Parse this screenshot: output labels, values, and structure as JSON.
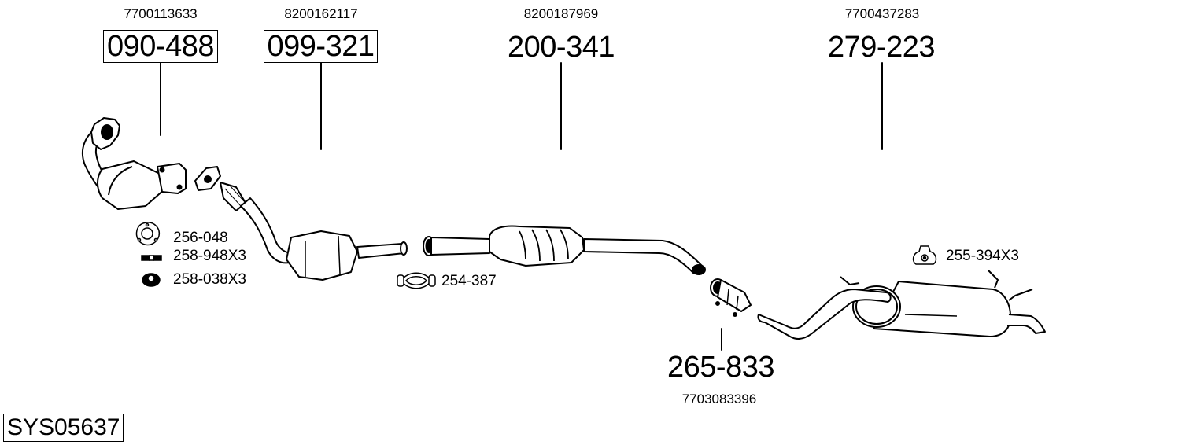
{
  "system_code": "SYS05637",
  "parts": [
    {
      "part_number": "090-488",
      "oem_number": "7700113633",
      "boxed": true
    },
    {
      "part_number": "099-321",
      "oem_number": "8200162117",
      "boxed": true
    },
    {
      "part_number": "200-341",
      "oem_number": "8200187969",
      "boxed": false
    },
    {
      "part_number": "279-223",
      "oem_number": "7700437283",
      "boxed": false
    },
    {
      "part_number": "265-833",
      "oem_number": "7703083396",
      "boxed": false
    }
  ],
  "accessories": [
    {
      "label": "256-048",
      "icon": "gasket-icon"
    },
    {
      "label": "258-948X3",
      "icon": "stud-bolt-icon"
    },
    {
      "label": "258-038X3",
      "icon": "flange-nut-icon"
    },
    {
      "label": "254-387",
      "icon": "pipe-clamp-icon"
    },
    {
      "label": "255-394X3",
      "icon": "rubber-hanger-icon"
    }
  ]
}
